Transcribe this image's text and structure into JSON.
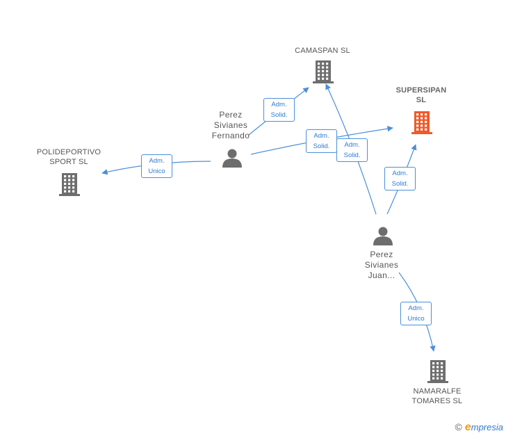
{
  "nodes": {
    "camaspan": {
      "lines": [
        "CAMASPAN SL"
      ],
      "type": "company",
      "highlight": false
    },
    "supersipan": {
      "lines": [
        "SUPERSIPAN",
        "SL"
      ],
      "type": "company",
      "highlight": true
    },
    "polideportivo": {
      "lines": [
        "POLIDEPORTIVO",
        "SPORT SL"
      ],
      "type": "company",
      "highlight": false
    },
    "namaralfe": {
      "lines": [
        "NAMARALFE",
        "TOMARES  SL"
      ],
      "type": "company",
      "highlight": false
    },
    "perez_fernando": {
      "lines": [
        "Perez",
        "Sivianes",
        "Fernando"
      ],
      "type": "person"
    },
    "perez_juan": {
      "lines": [
        "Perez",
        "Sivianes",
        "Juan..."
      ],
      "type": "person"
    }
  },
  "edges": [
    {
      "from": "perez_fernando",
      "to": "camaspan",
      "label": [
        "Adm.",
        "Solid."
      ]
    },
    {
      "from": "perez_fernando",
      "to": "supersipan",
      "label": [
        "Adm.",
        "Solid."
      ]
    },
    {
      "from": "perez_fernando",
      "to": "polideportivo",
      "label": [
        "Adm.",
        "Unico"
      ]
    },
    {
      "from": "perez_juan",
      "to": "camaspan",
      "label": [
        "Adm.",
        "Solid."
      ]
    },
    {
      "from": "perez_juan",
      "to": "supersipan",
      "label": [
        "Adm.",
        "Solid."
      ]
    },
    {
      "from": "perez_juan",
      "to": "namaralfe",
      "label": [
        "Adm.",
        "Unico"
      ]
    }
  ],
  "colors": {
    "edge": "#4a8fd8",
    "company": "#6d6d6d",
    "highlight_company": "#f0592a",
    "person": "#6d6d6d"
  },
  "brand": {
    "copyright": "©",
    "name": "mpresia",
    "initial": "e"
  }
}
